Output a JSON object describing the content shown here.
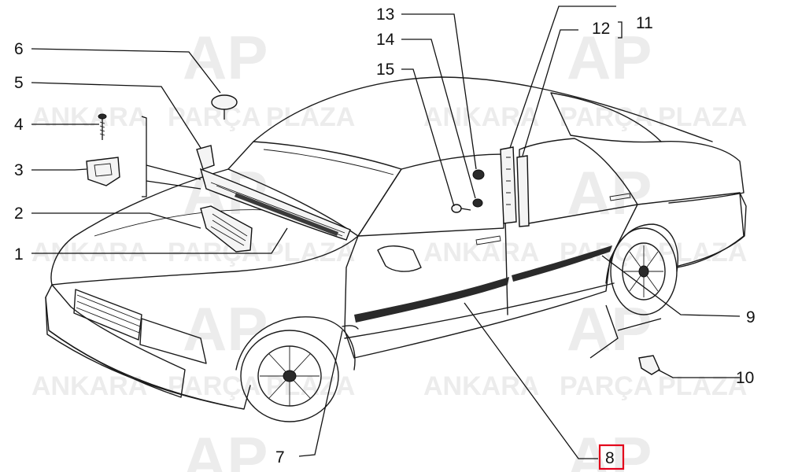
{
  "watermark": {
    "brand_main_1": "ANKARA",
    "brand_mid": "PARÇA",
    "brand_main_2": "PLAZA",
    "logo_monogram": "AP"
  },
  "parts": [
    {
      "number": "1"
    },
    {
      "number": "2"
    },
    {
      "number": "3"
    },
    {
      "number": "4"
    },
    {
      "number": "5"
    },
    {
      "number": "6"
    },
    {
      "number": "7"
    },
    {
      "number": "8",
      "highlighted": true
    },
    {
      "number": "9"
    },
    {
      "number": "10"
    },
    {
      "number": "11"
    },
    {
      "number": "12"
    },
    {
      "number": "13"
    },
    {
      "number": "14"
    },
    {
      "number": "15"
    }
  ],
  "colors": {
    "line": "#111111",
    "highlight": "#e3001b",
    "watermark": "#ececec"
  }
}
